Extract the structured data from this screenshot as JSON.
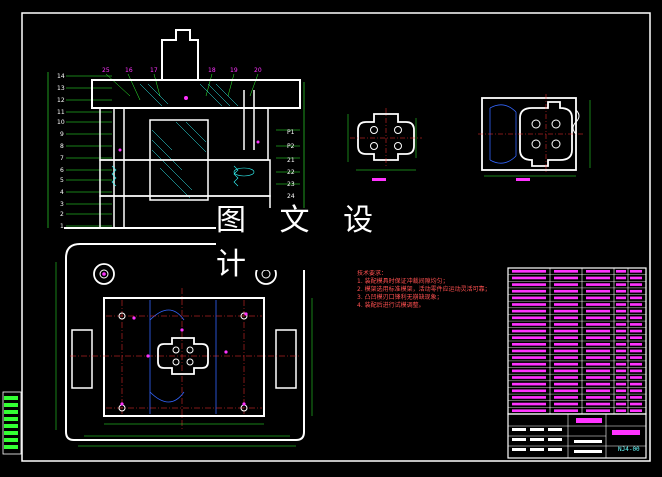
{
  "watermark": {
    "text": "图 文 设 计"
  },
  "technical_requirements": {
    "title": "技术要求：",
    "items": [
      "1. 装配模具时保证冲裁间隙均匀；",
      "2. 模架选用标准模架，活动零件应运动灵活可靠；",
      "3. 凸凹模刃口锋利无崩缺现象；",
      "4. 装配后进行试模调整。"
    ]
  },
  "title_block": {
    "drawing_number": "NJ4-00"
  },
  "part_numbers_left": [
    "14",
    "13",
    "12",
    "11",
    "10",
    "9",
    "8",
    "7",
    "6",
    "5",
    "4",
    "3",
    "2",
    "1"
  ],
  "part_numbers_top": [
    "25",
    "16",
    "17",
    "18",
    "19",
    "20"
  ],
  "part_numbers_right": [
    "21",
    "22",
    "23",
    "24",
    "P1",
    "P2"
  ],
  "colors": {
    "background": "#000000",
    "outline": "#ffffff",
    "dimension": "#33ff33",
    "center_line": "#ff3333",
    "hidden": "#3366ff",
    "hatch": "#33ffff",
    "annotation": "#ff33ff",
    "bom_text": "#ff33ff"
  }
}
